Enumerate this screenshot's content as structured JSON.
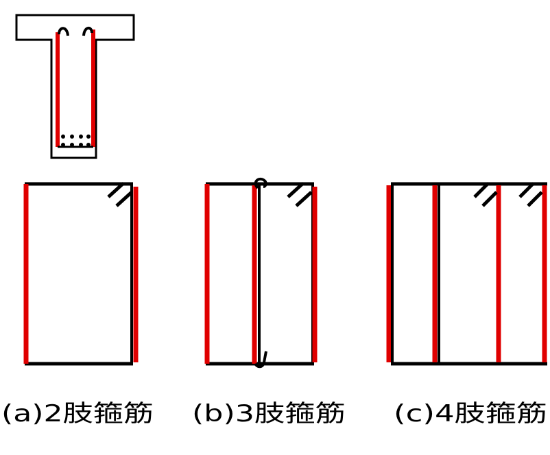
{
  "colors": {
    "background": "#ffffff",
    "outline": "#000000",
    "leg": "#e00000"
  },
  "captions": {
    "a": "(a)2肢箍筋",
    "b": "(b)3肢箍筋",
    "c": "(c)4肢箍筋"
  }
}
